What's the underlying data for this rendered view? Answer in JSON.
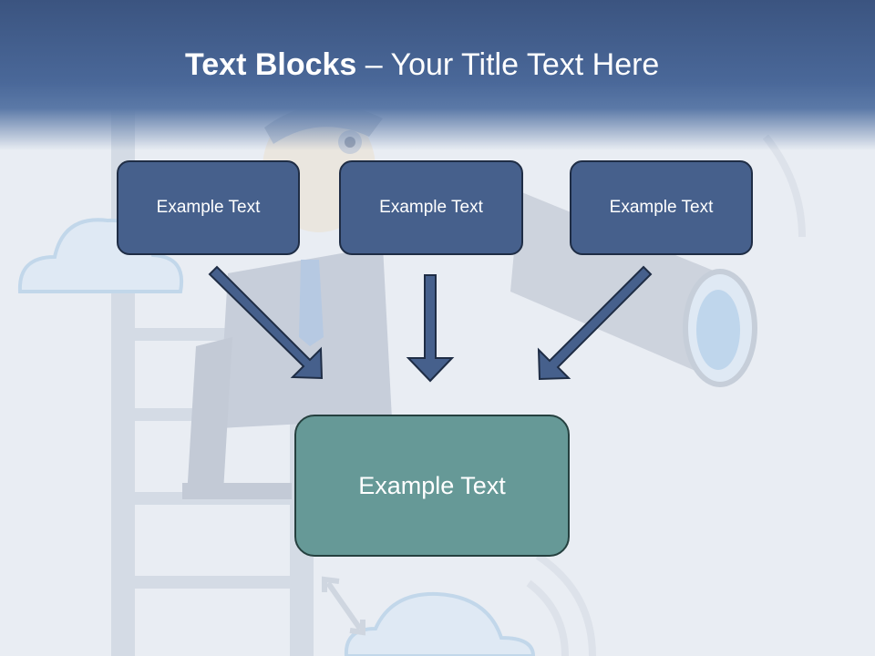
{
  "slide": {
    "title_bold": "Text Blocks",
    "title_rest": " – Your Title Text Here"
  },
  "diagram": {
    "source_blocks": [
      {
        "label": "Example Text"
      },
      {
        "label": "Example Text"
      },
      {
        "label": "Example Text"
      }
    ],
    "target_block": {
      "label": "Example Text"
    }
  },
  "colors": {
    "header": "#4a6899",
    "source_fill": "#46608c",
    "target_fill": "#669997",
    "arrow_fill": "#46608c",
    "background": "#e9edf3"
  }
}
